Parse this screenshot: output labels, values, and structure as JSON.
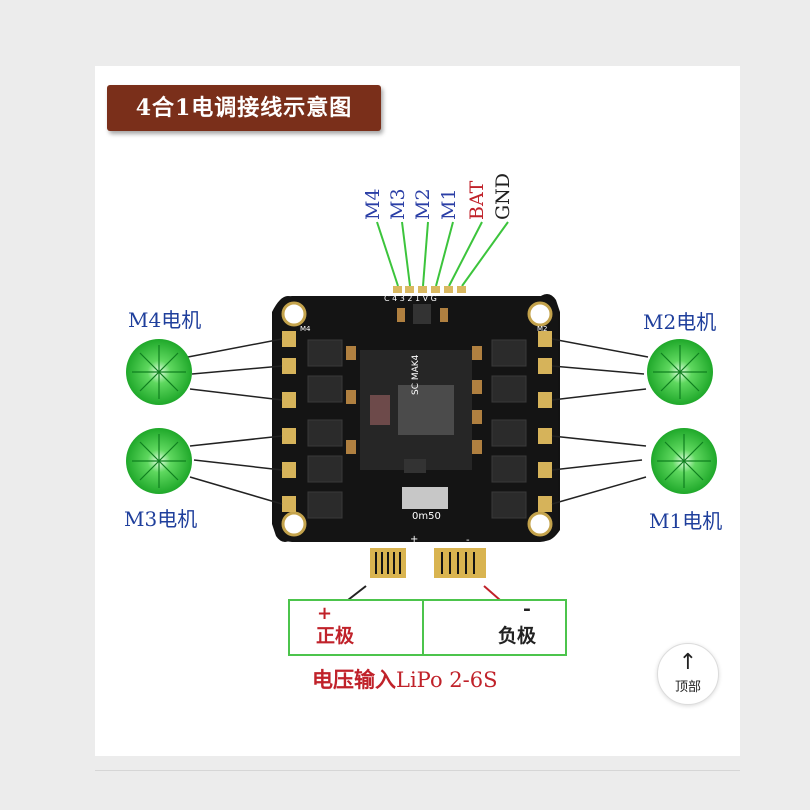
{
  "title": "4合1电调接线示意图",
  "wires": [
    {
      "label": "M4",
      "color": "#2b3fa6"
    },
    {
      "label": "M3",
      "color": "#2b3fa6"
    },
    {
      "label": "M2",
      "color": "#2b3fa6"
    },
    {
      "label": "M1",
      "color": "#2b3fa6"
    },
    {
      "label": "BAT",
      "color": "#c0222a"
    },
    {
      "label": "GND",
      "color": "#222222"
    }
  ],
  "motors": {
    "m4": "M4电机",
    "m3": "M3电机",
    "m2": "M2电机",
    "m1": "M1电机"
  },
  "board": {
    "header_pins": "C 4 3 2 1 V G",
    "chip_text": "SC MAK4",
    "pad_m4": "M4",
    "pad_m2": "M2",
    "current_sensor": "0m50",
    "plus_mark": "+",
    "minus_mark": "-"
  },
  "power_panel": {
    "positive_sign": "+",
    "positive_label": "正极",
    "negative_sign": "-",
    "negative_label": "负极"
  },
  "voltage_input": {
    "bold": "电压输入",
    "rest": "LiPo 2-6S"
  },
  "top_button": {
    "icon": "up-arrow-icon",
    "label": "顶部"
  },
  "colors": {
    "banner": "#7a2f1a",
    "motor_green": "#2fbf2f",
    "panel_border": "#4cc44c",
    "wire_green": "#3cc43c"
  }
}
